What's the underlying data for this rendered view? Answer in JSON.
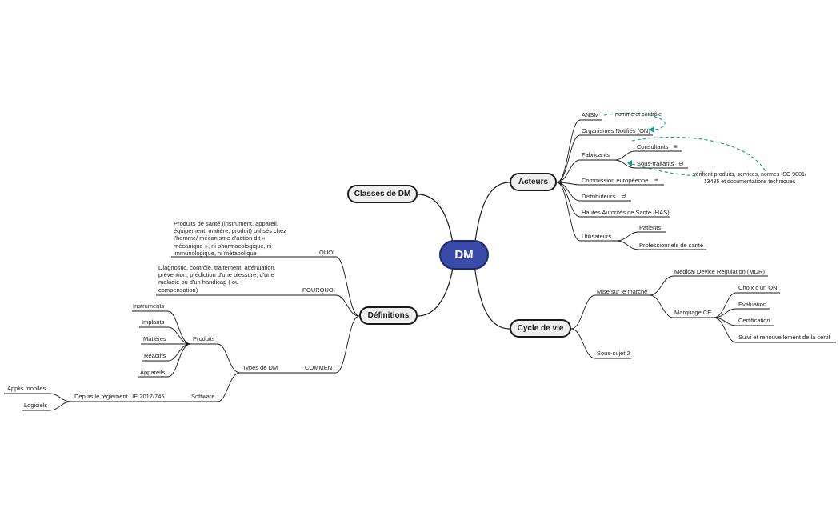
{
  "root": {
    "label": "DM"
  },
  "main_nodes": {
    "acteurs": "Acteurs",
    "classes": "Classes de DM",
    "definitions": "Définitions",
    "cycle": "Cycle de vie"
  },
  "acteurs": {
    "ansm": "ANSM",
    "on": "Organismes Notifiés (ON)",
    "fabricants": "Fabricants",
    "consultants": "Consultants",
    "sous_traitants": "Sous-traitants",
    "commission": "Commission européenne",
    "distributeurs": "Distributeurs",
    "has": "Hautes Autorités de Santé (HAS)",
    "utilisateurs": "Utilisateurs",
    "patients": "Patients",
    "professionnels": "Professionnels de santé"
  },
  "relations": {
    "nomme": "nomme et contrôle",
    "verifient": "vérifient produits, services, normes ISO 9001/ 13485 et documentations techniques"
  },
  "icons": {
    "notes": "≡",
    "collapsed": "⊖"
  },
  "cycle": {
    "mise": "Mise sur le marché",
    "mdr": "Medical Device Regulation (MDR)",
    "marquage": "Marquage CE",
    "choix": "Choix d'un ON",
    "evaluation": "Evaluation",
    "certification": "Certification",
    "suivi": "Suivi et renouvellement de la certif",
    "sous_sujet": "Sous-sujet 2"
  },
  "definitions": {
    "quoi": "QUOI",
    "quoi_text": "Produits de santé (instrument, appareil, équipement, matière, produit) utilisés chez l'homme/ mécanisme d'action dit « mécanique », ni pharmacologique, ni immunologique, ni métabolique",
    "pourquoi": "POURQUOI",
    "pourquoi_text": "Diagnostic, contrôle, traitement, atténuation, prévention, prédiction d'une blessure, d'une maladie ou d'un handicap ( ou compensation)",
    "comment": "COMMENT",
    "types": "Types de DM",
    "produits": "Produits",
    "instruments": "Instruments",
    "implants": "Implants",
    "matieres": "Matières",
    "reactifs": "Réactifs",
    "appareils": "Appareils",
    "software": "Software",
    "reglement": "Depuis le règlement UE 2017/745",
    "applis": "Applis mobiles",
    "logiciels": "Logiciels"
  }
}
